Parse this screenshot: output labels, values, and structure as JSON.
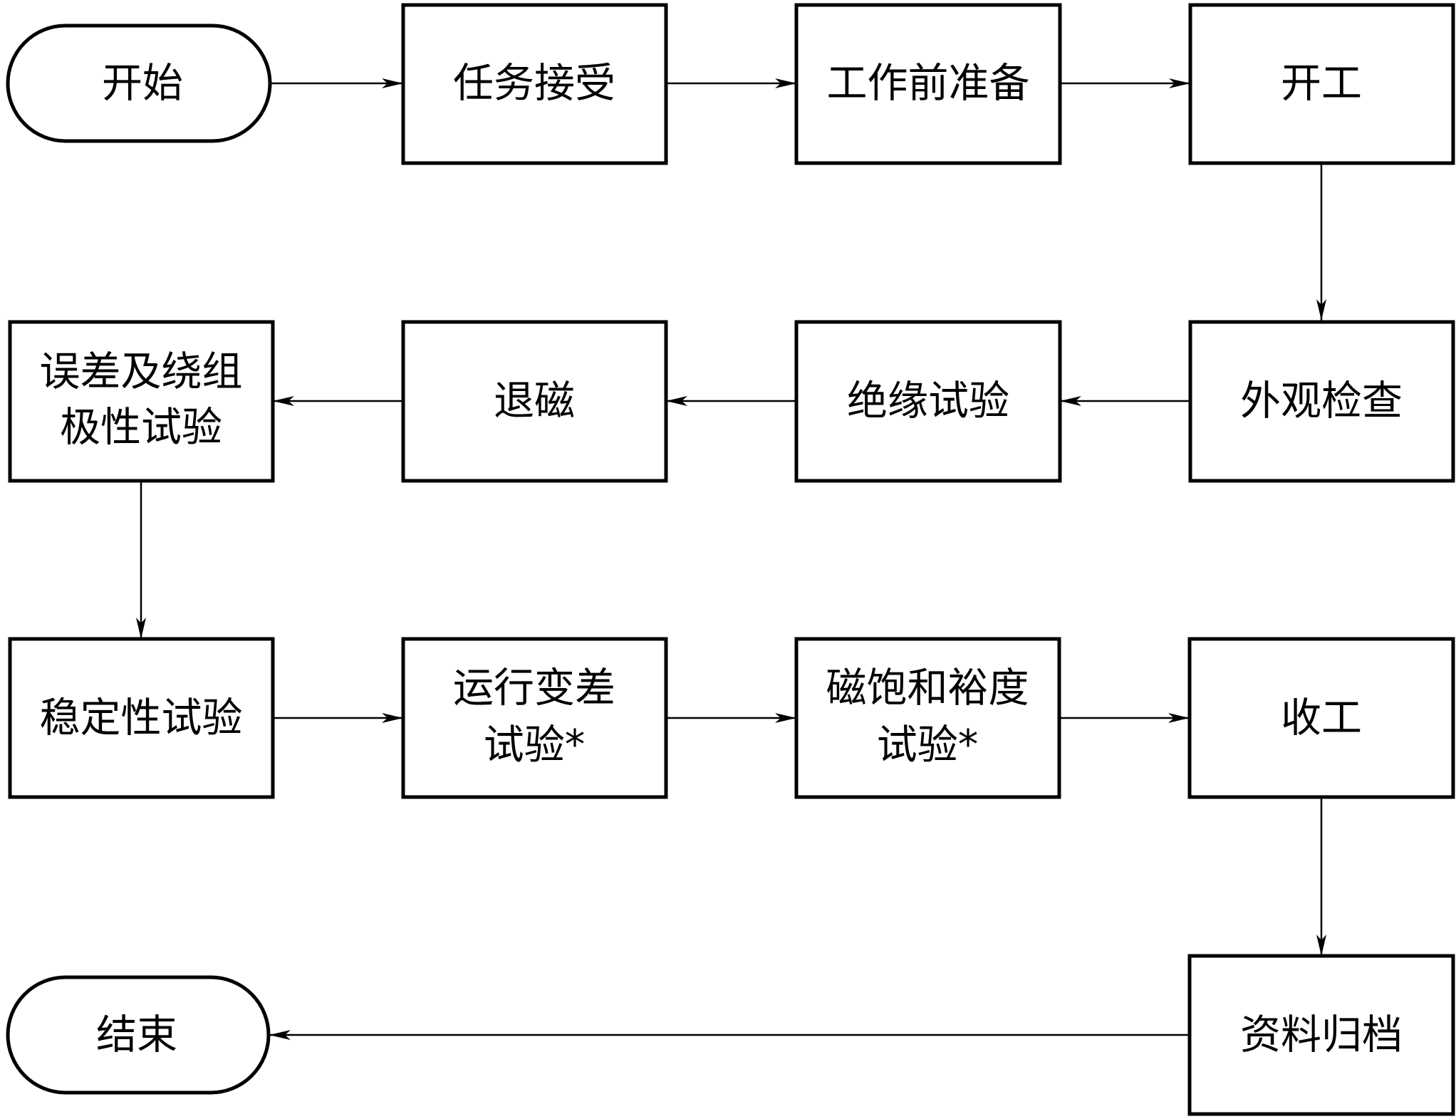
{
  "nodes": {
    "start": {
      "label": "开始"
    },
    "task_accept": {
      "label": "任务接受"
    },
    "pre_work_prep": {
      "label": "工作前准备"
    },
    "work_start": {
      "label": "开工"
    },
    "visual_inspection": {
      "label": "外观检查"
    },
    "insulation_test": {
      "label": "绝缘试验"
    },
    "demagnetize": {
      "label": "退磁"
    },
    "error_polarity_test": {
      "line1": "误差及绕组",
      "line2": "极性试验"
    },
    "stability_test": {
      "label": "稳定性试验"
    },
    "operating_ratio_test": {
      "line1": "运行变差",
      "line2": "试验*"
    },
    "saturation_margin_test": {
      "line1": "磁饱和裕度",
      "line2": "试验*"
    },
    "work_finish": {
      "label": "收工"
    },
    "archive": {
      "label": "资料归档"
    },
    "end": {
      "label": "结束"
    }
  }
}
